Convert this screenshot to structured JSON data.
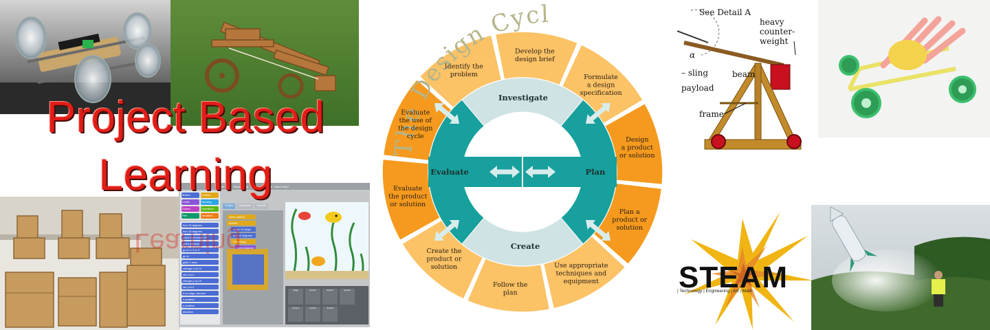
{
  "headline": {
    "line1": "Project Based",
    "line2": "Learning"
  },
  "design_cycle": {
    "title": "The Design Cycle",
    "phases": {
      "investigate": "Investigate",
      "plan": "Plan",
      "create": "Create",
      "evaluate": "Evaluate"
    },
    "steps": [
      [
        "Develop the",
        "design brief"
      ],
      [
        "Formulate",
        "a design",
        "specification"
      ],
      [
        "Design",
        "a product",
        "or solution"
      ],
      [
        "Plan a",
        "product or",
        "solution"
      ],
      [
        "Use appropriate",
        "techniques and",
        "equipment"
      ],
      [
        "Follow the",
        "plan"
      ],
      [
        "Create the",
        "product or",
        "solution"
      ],
      [
        "Evaluate",
        "the product",
        "or solution"
      ],
      [
        "Evaluate",
        "the use of",
        "the design",
        "cycle"
      ],
      [
        "Identify the",
        "problem"
      ]
    ],
    "colors": {
      "orange": "#f59a1e",
      "light_orange": "#fbc266",
      "teal": "#17a09d",
      "light_teal": "#cfe3e4"
    }
  },
  "trebuchet": {
    "labels": {
      "detail": "See Detail A",
      "counterweight": [
        "heavy",
        "counter-",
        "weight"
      ],
      "alpha": "α",
      "sling": "– sling",
      "beam": "beam",
      "payload": "payload",
      "frame": "frame"
    }
  },
  "steam": {
    "word": "STEAM",
    "subtitle": "| Technology | Engineering | Art | Math"
  },
  "scratch": {
    "menu": [
      "File",
      "Edit",
      "Share",
      "Help",
      "Language",
      "Extras",
      "Want Help?"
    ],
    "categories": [
      "Motion",
      "Control",
      "Looks",
      "Sensing",
      "Sound",
      "Operators",
      "Pen",
      "Variables"
    ],
    "tabs": [
      "Scripts",
      "Costumes",
      "Sounds"
    ],
    "blocks": [
      "turn 15 degrees",
      "turn 15 degrees",
      "point in direction 90",
      "point towards",
      "go to x: 0 y: 0",
      "go to",
      "glide 1 secs",
      "change x by 10",
      "set x to 0",
      "change y by 10",
      "set y to 0",
      "if on edge, bounce",
      "x position",
      "y position",
      "direction"
    ],
    "script": [
      "when clicked",
      "forever",
      "move 10 steps",
      "turn 15 degrees",
      "if touching",
      "next costume"
    ],
    "sprites": [
      "Stage",
      "Sprite1",
      "Sprite2",
      "Sprite3",
      "Sprite4",
      "Sprite5",
      "Sprite6"
    ]
  }
}
